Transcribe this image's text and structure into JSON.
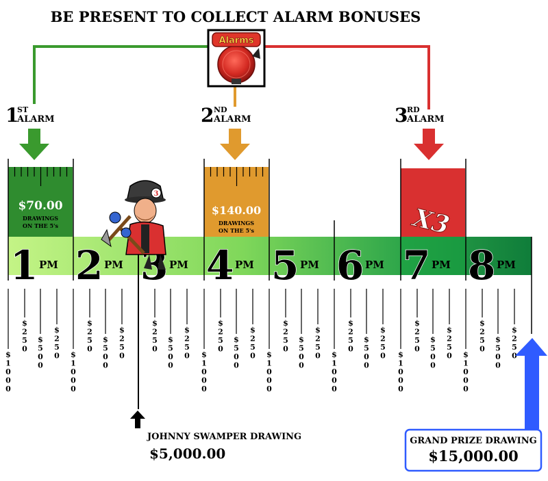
{
  "header": {
    "title": "BE PRESENT TO COLLECT ALARM BONUSES",
    "alarms_badge": "Alarms"
  },
  "alarms": [
    {
      "num": "1",
      "sup": "ST",
      "word": "ALARM",
      "color": "#3a9a2e"
    },
    {
      "num": "2",
      "sup": "ND",
      "word": "ALARM",
      "color": "#e09a2e"
    },
    {
      "num": "3",
      "sup": "RD",
      "word": "ALARM",
      "color": "#d93030"
    }
  ],
  "bonus_boxes": [
    {
      "amount": "$70.00",
      "line1": "DRAWINGS",
      "line2": "ON THE 5's",
      "color": "#2f8c2f"
    },
    {
      "amount": "$140.00",
      "line1": "DRAWINGS",
      "line2": "ON THE 5's",
      "color": "#e09a2e"
    },
    {
      "multiplier": "X3",
      "color": "#d93030"
    }
  ],
  "hours": [
    {
      "num": "1",
      "suffix": "PM"
    },
    {
      "num": "2",
      "suffix": "PM"
    },
    {
      "num": "3",
      "suffix": "PM"
    },
    {
      "num": "4",
      "suffix": "PM"
    },
    {
      "num": "5",
      "suffix": "PM"
    },
    {
      "num": "6",
      "suffix": "PM"
    },
    {
      "num": "7",
      "suffix": "PM"
    },
    {
      "num": "8",
      "suffix": "PM"
    }
  ],
  "tick_amounts": {
    "hour": "$1000",
    "q1": "$250",
    "q2": "$500",
    "q3": "$250"
  },
  "johnny": {
    "label": "JOHNNY SWAMPER DRAWING",
    "amount": "$5,000.00"
  },
  "grand_prize": {
    "label": "GRAND PRIZE DRAWING",
    "amount": "$15,000.00"
  },
  "colors": {
    "green": "#3a9a2e",
    "orange": "#e09a2e",
    "red": "#d93030",
    "blue": "#2f5bff",
    "band_light": "#b5f07a",
    "band_dark": "#13843a"
  }
}
